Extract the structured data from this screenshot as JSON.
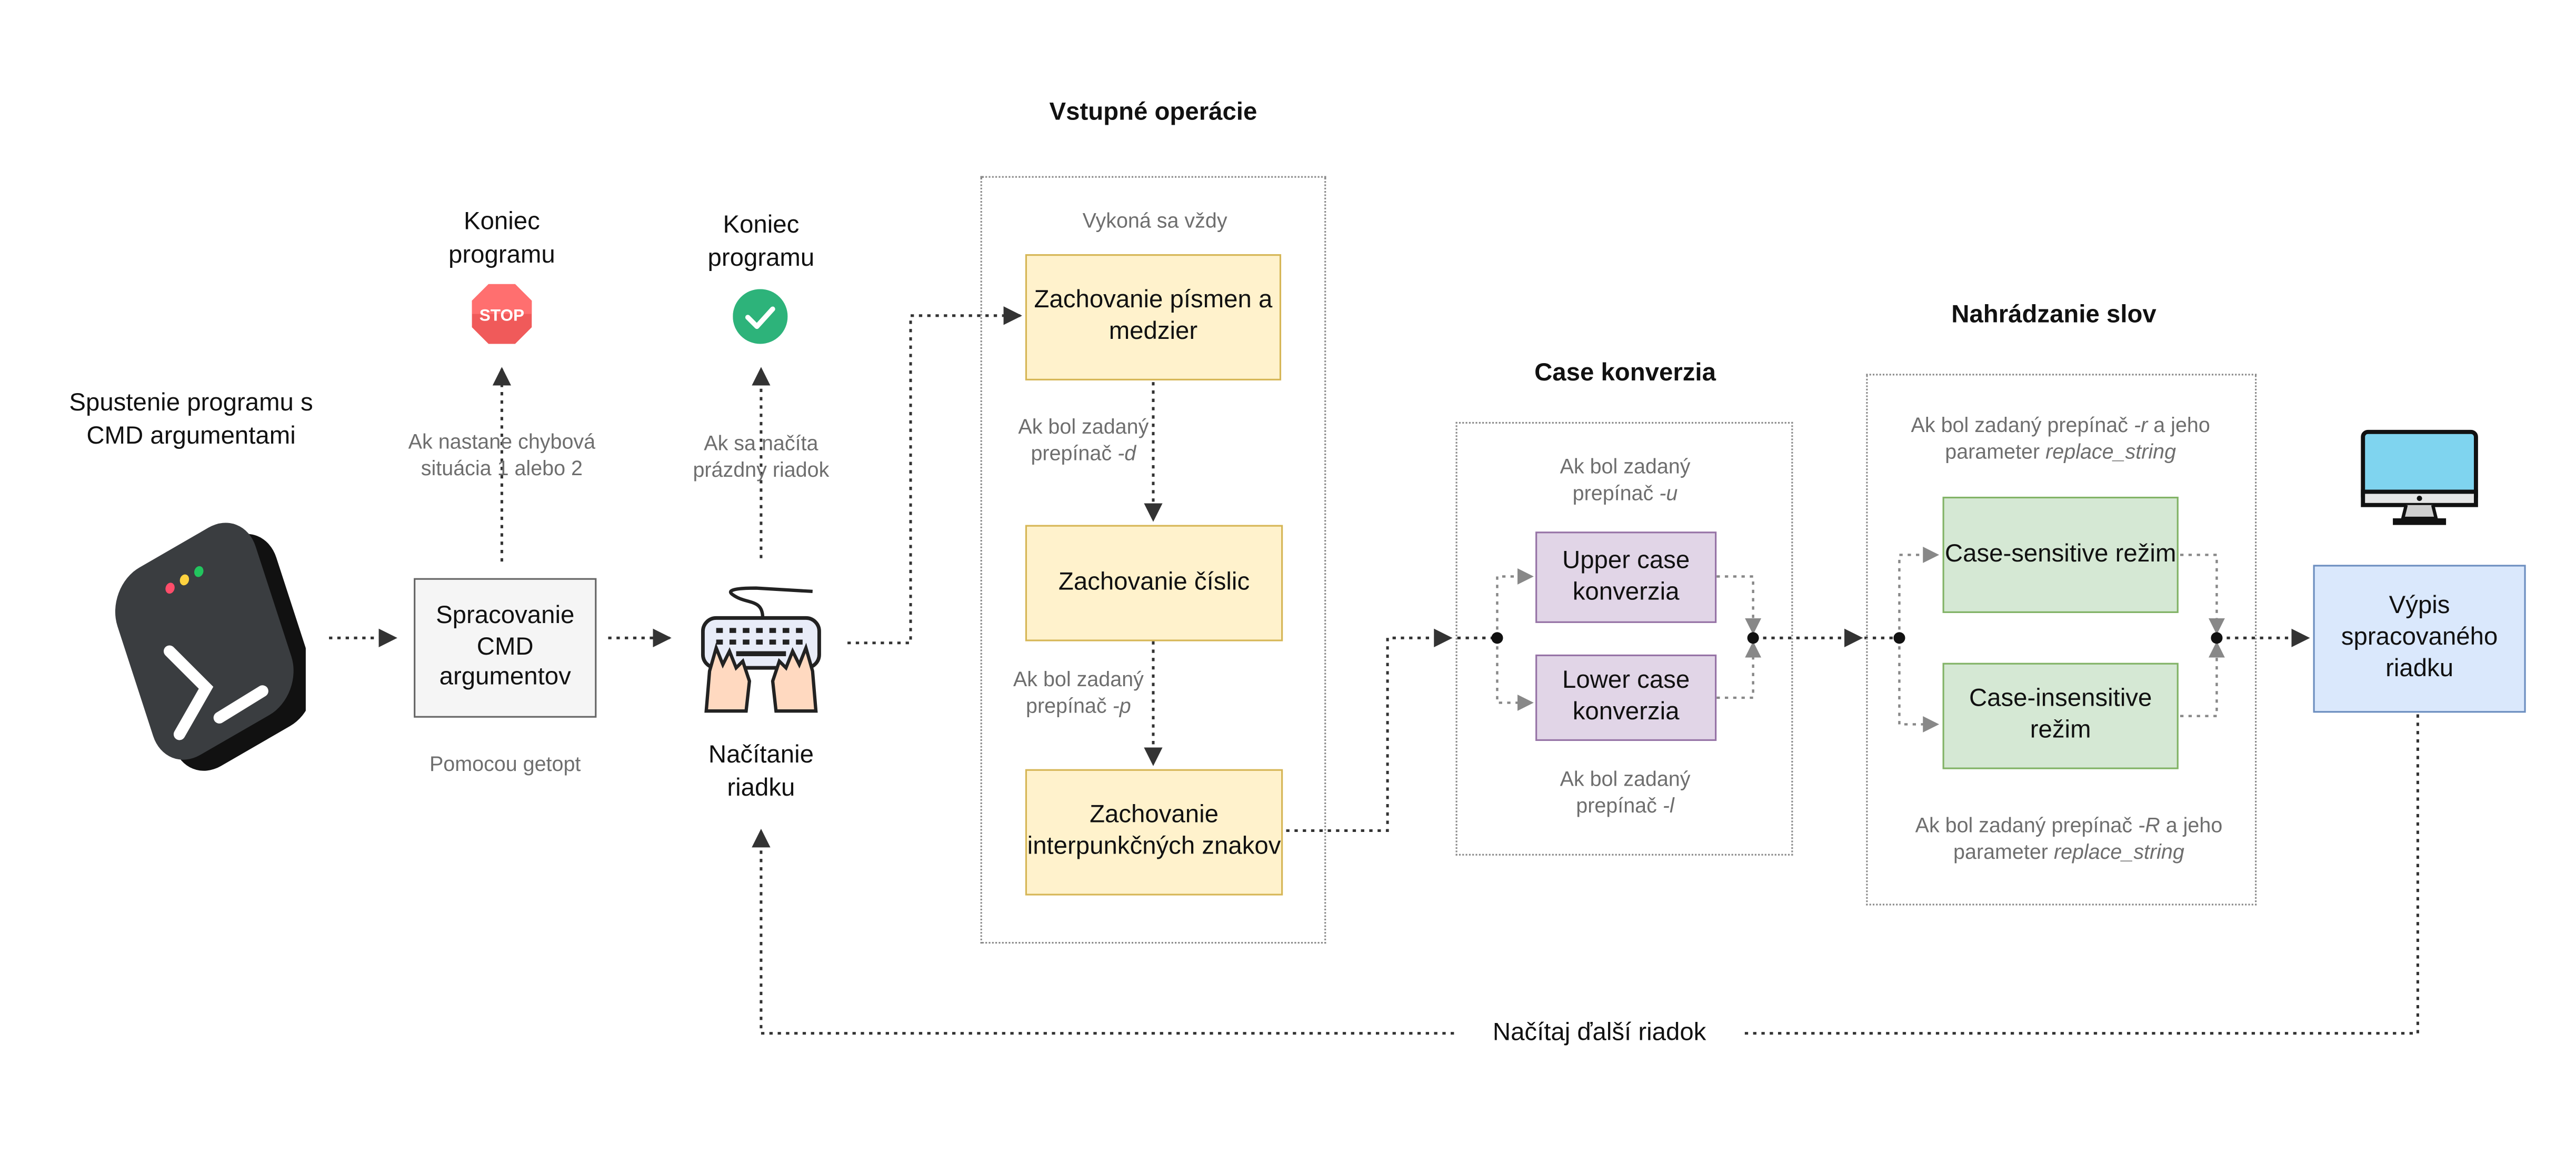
{
  "start": {
    "label": "Spustenie programu s CMD argumentami"
  },
  "parse": {
    "box": "Spracovanie CMD argumentov",
    "note": "Pomocou getopt",
    "error_note": "Ak nastane chybová situácia 1 alebo 2",
    "end_label": "Koniec programu"
  },
  "read": {
    "label": "Načítanie riadku",
    "empty_note": "Ak sa načíta prázdny riadok",
    "end_label": "Koniec programu"
  },
  "input_ops": {
    "title": "Vstupné operácie",
    "always_note": "Vykoná sa vždy",
    "box_letters": "Zachovanie písmen a medzier",
    "cond_d_pre": "Ak bol zadaný prepínač",
    "cond_d_flag": "-d",
    "box_digits": "Zachovanie číslic",
    "cond_p_pre": "Ak bol zadaný prepínač",
    "cond_p_flag": "-p",
    "box_punct": "Zachovanie interpunkčných znakov"
  },
  "case_conv": {
    "title": "Case konverzia",
    "cond_u_pre": "Ak bol zadaný prepínač",
    "cond_u_flag": "-u",
    "upper_box": "Upper case konverzia",
    "lower_box": "Lower case konverzia",
    "cond_l_pre": "Ak bol zadaný prepínač",
    "cond_l_flag": "-l"
  },
  "replace": {
    "title": "Nahrádzanie slov",
    "cond_r_pre": "Ak bol zadaný prepínač",
    "cond_r_flag": "-r",
    "cond_r_mid": "a jeho parameter",
    "cond_r_param": "replace_string",
    "sensitive_box": "Case-sensitive režim",
    "insensitive_box": "Case-insensitive režim",
    "cond_R_pre": "Ak bol zadaný prepínač",
    "cond_R_flag": "-R",
    "cond_R_mid": "a jeho parameter",
    "cond_R_param": "replace_string"
  },
  "output": {
    "box": "Výpis spracovaného riadku"
  },
  "loop": {
    "label": "Načítaj ďalší riadok"
  },
  "colors": {
    "yellow_fill": "#fff2cc",
    "yellow_stroke": "#d6b656",
    "purple_fill": "#e1d5e7",
    "purple_stroke": "#9673a6",
    "green_fill": "#d5e8d4",
    "green_stroke": "#82b366",
    "blue_fill": "#dae8fc",
    "blue_stroke": "#6c8ebf",
    "grey_fill": "#f5f5f5",
    "grey_stroke": "#666666"
  },
  "icons": [
    "terminal-icon",
    "stop-sign-icon",
    "checkmark-icon",
    "keyboard-hands-icon",
    "monitor-icon"
  ]
}
